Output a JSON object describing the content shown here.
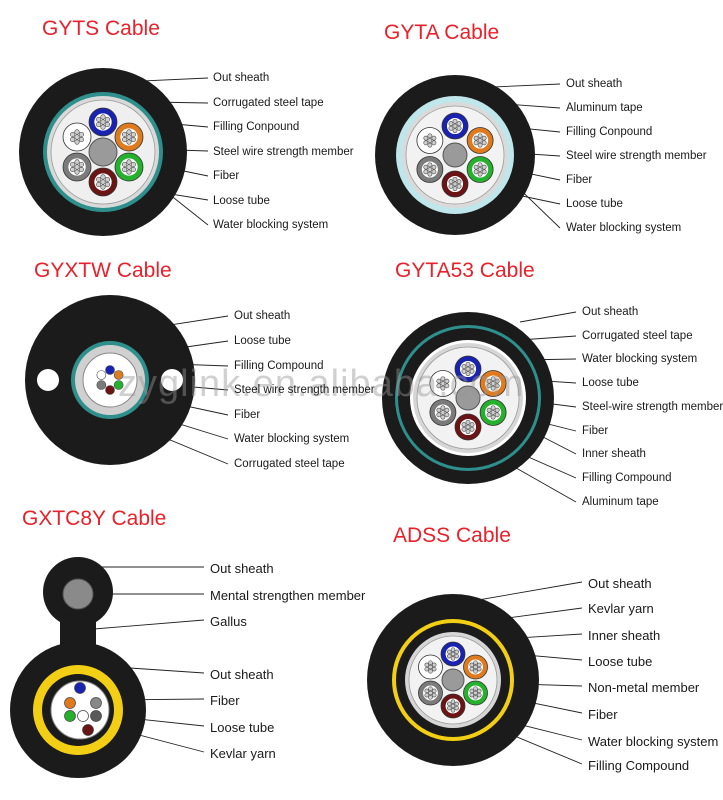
{
  "panels": {
    "gyts": {
      "title": "GYTS Cable",
      "labels": [
        "Out sheath",
        "Corrugated steel tape",
        "Filling Conpound",
        "Steel wire strength member",
        "Fiber",
        "Loose tube",
        "Water blocking system"
      ]
    },
    "gyta": {
      "title": "GYTA Cable",
      "labels": [
        "Out sheath",
        "Aluminum tape",
        "Filling Conpound",
        "Steel wire strength member",
        "Fiber",
        "Loose tube",
        "Water blocking system"
      ]
    },
    "gyxtw": {
      "title": "GYXTW Cable",
      "labels": [
        "Out sheath",
        "Loose tube",
        "Filling Compound",
        "Steel wire strength member",
        "Fiber",
        "Water blocking system",
        "Corrugated steel tape"
      ]
    },
    "gyta53": {
      "title": "GYTA53 Cable",
      "labels": [
        "Out sheath",
        "Corrugated steel tape",
        "Water blocking system",
        "Loose tube",
        "Steel-wire strength member",
        "Fiber",
        "Inner sheath",
        "Filling Compound",
        "Aluminum tape"
      ]
    },
    "gxtc8y": {
      "title": "GXTC8Y Cable",
      "labels": [
        "Out sheath",
        "Mental strengthen member",
        "Gallus",
        "Out sheath",
        "Fiber",
        "Loose tube",
        "Kevlar yarn"
      ]
    },
    "adss": {
      "title": "ADSS Cable",
      "labels": [
        "Out sheath",
        "Kevlar yarn",
        "Inner sheath",
        "Loose tube",
        "Non-metal member",
        "Fiber",
        "Water blocking system",
        "Filling Compound"
      ]
    }
  },
  "watermark": "zyglink.en.alibaba.com",
  "colors": {
    "title": "#e8212a",
    "sheath": "#1b1b1b",
    "steel_tape": "#2e8f8c",
    "aluminum_tape": "#bfe6ea",
    "kevlar": "#f2cf14",
    "tube_colors": [
      "#1a22b0",
      "#e07a1e",
      "#25b02d",
      "#6b1416",
      "#7b7b7b",
      "#ffffff"
    ]
  }
}
